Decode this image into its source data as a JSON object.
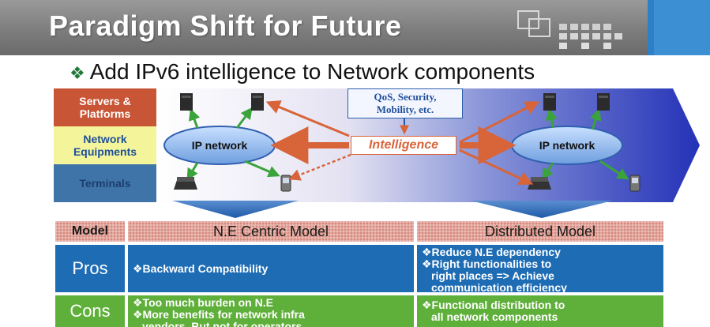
{
  "slide": {
    "title": "Paradigm Shift for Future",
    "subtitle": "Add IPv6 intelligence to Network components"
  },
  "diagram": {
    "categories": [
      "Servers & Platforms",
      "Network Equipments",
      "Terminals"
    ],
    "left_network_label": "IP network",
    "right_network_label": "IP network",
    "intelligence_label": "Intelligence",
    "features_box": [
      "QoS, Security,",
      "Mobility, etc."
    ]
  },
  "table": {
    "headers": [
      "Model",
      "N.E Centric Model",
      "Distributed Model"
    ],
    "pros": {
      "label": "Pros",
      "ne_centric": [
        "❖Backward  Compatibility"
      ],
      "distributed": [
        "❖Reduce N.E dependency",
        "❖Right functionalities to",
        "right places => Achieve",
        "communication efficiency"
      ]
    },
    "cons": {
      "label": "Cons",
      "ne_centric": [
        "❖Too much burden on N.E",
        "❖More benefits for network infra",
        "vendors. But not for operators"
      ],
      "distributed": [
        "❖Functional distribution to",
        "all network components"
      ]
    }
  }
}
